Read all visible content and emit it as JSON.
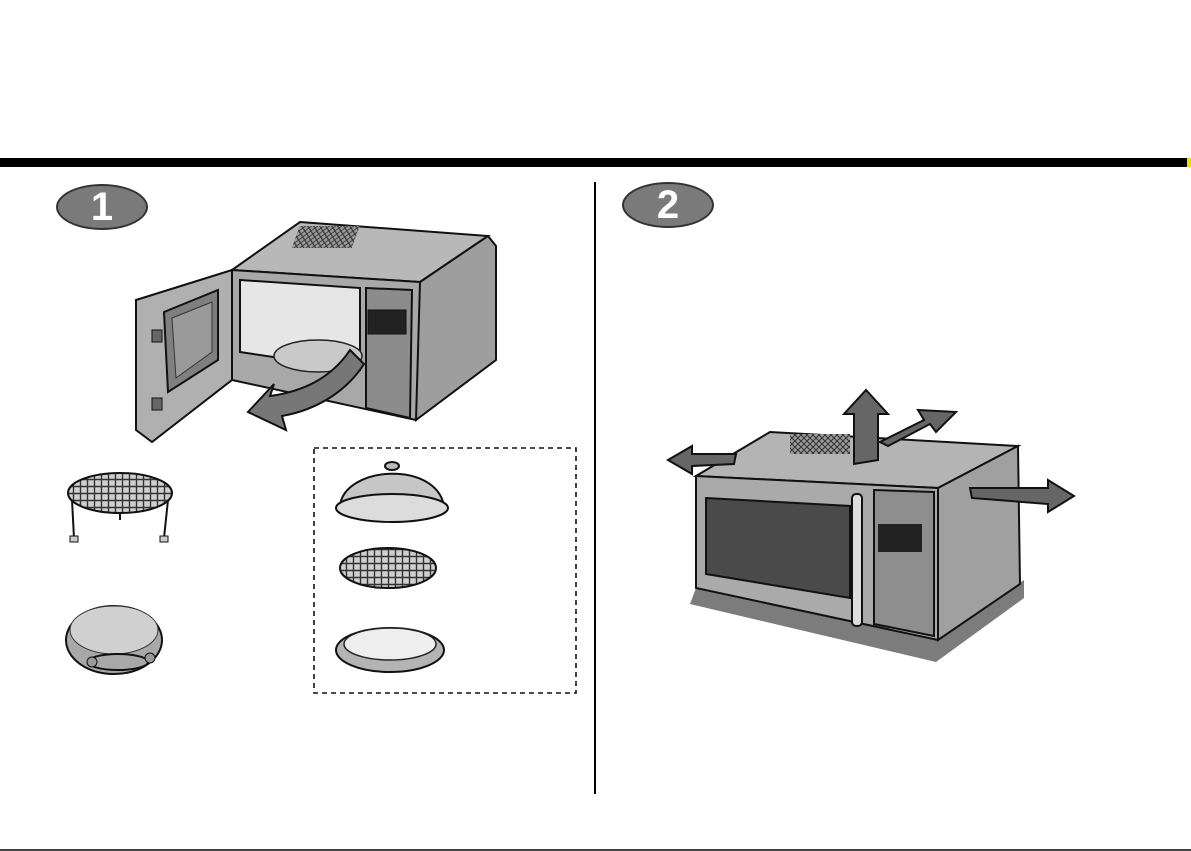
{
  "steps": [
    {
      "number": "1"
    },
    {
      "number": "2"
    }
  ],
  "colors": {
    "rule": "#000000",
    "badge": "#7a7a7a",
    "metal": "#a9a9a9",
    "metal_dark": "#6e6e6e",
    "arrow": "#555555"
  },
  "icons": {
    "step1": "microwave-door-open-illustration",
    "step2": "microwave-clearance-illustration"
  }
}
